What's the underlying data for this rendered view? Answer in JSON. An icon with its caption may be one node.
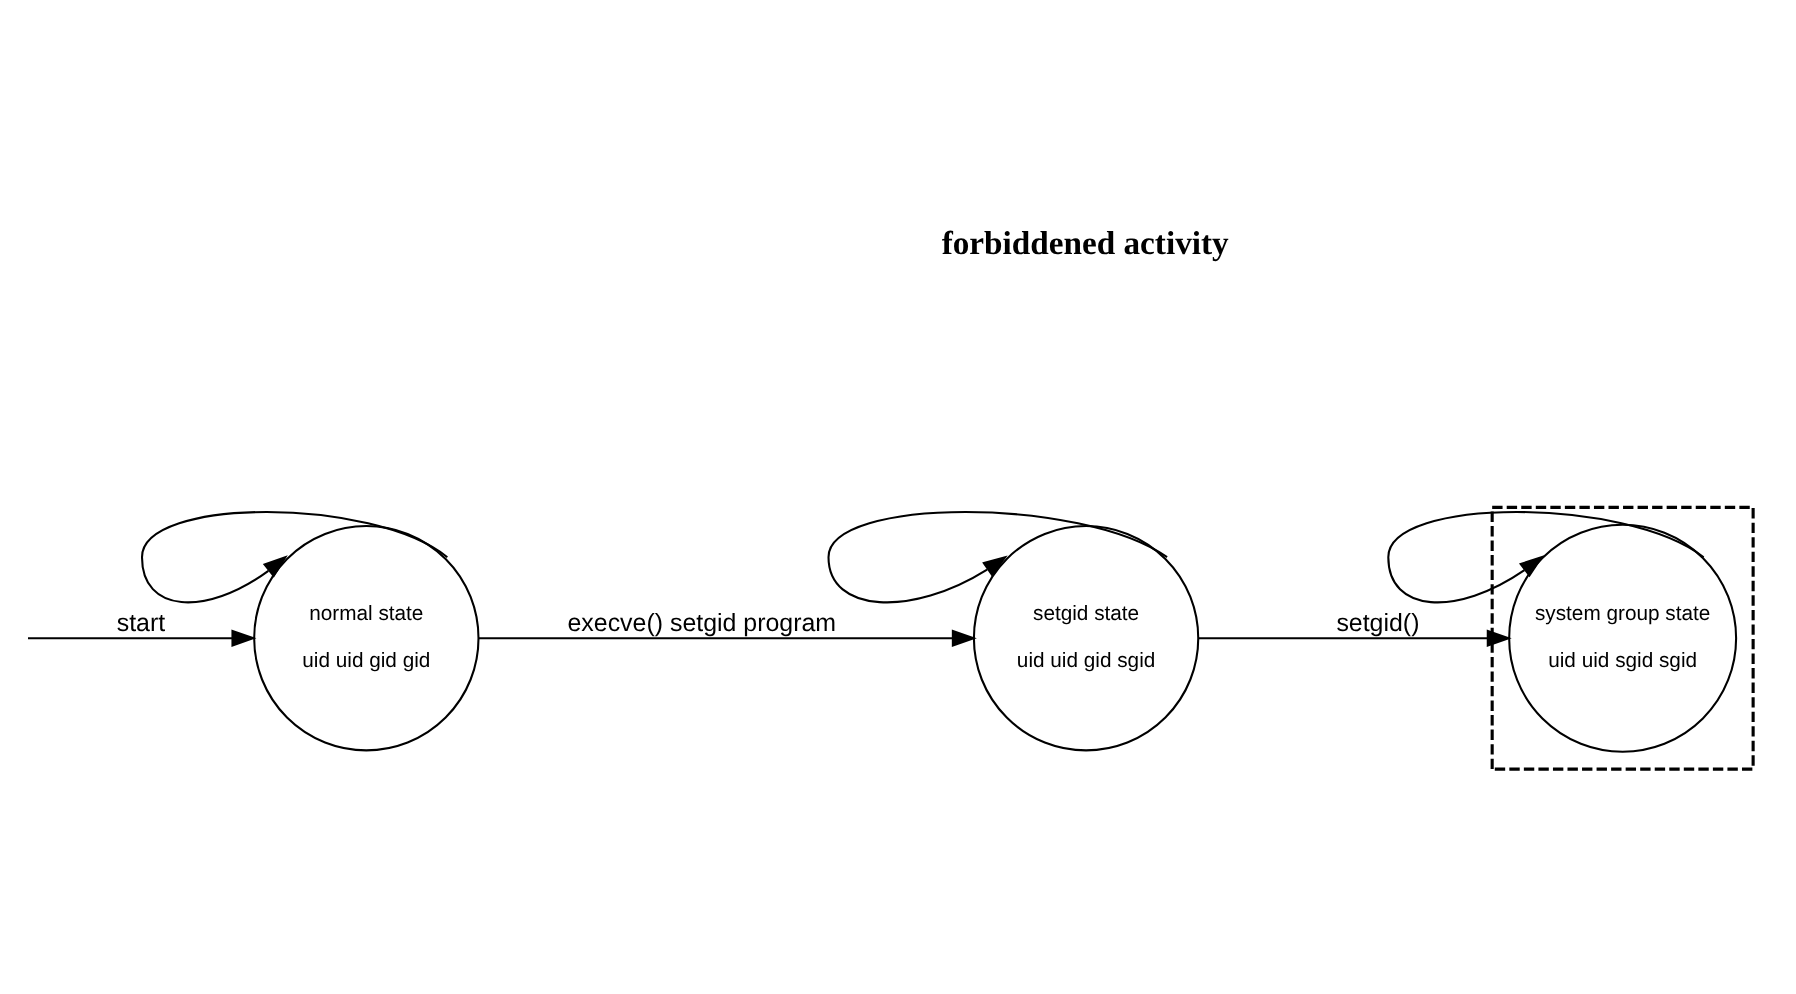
{
  "diagram": {
    "nodes": [
      {
        "text": [
          "normal state",
          "uid uid gid gid"
        ]
      },
      {
        "text": [
          "setgid state",
          "uid uid gid sgid"
        ]
      },
      {
        "text": [],
        "shape": "box"
      },
      {
        "text": [
          "system group state",
          "uid uid sgid sgid"
        ],
        "in": 2
      }
    ],
    "edges": [
      {
        "from": null,
        "to": 0,
        "arrow": "to",
        "label": "start"
      },
      {
        "from": 0,
        "to": 0,
        "arrow": "to"
      },
      {
        "from": 0,
        "to": 1,
        "arrow": "to",
        "label": "execve() setgid program"
      },
      {
        "from": 1,
        "to": 1,
        "arrow": "to"
      },
      {
        "from": 1,
        "to": 3,
        "arrow": "to",
        "label": "setgid()"
      },
      {
        "from": 3,
        "to": 3,
        "arrow": "to"
      }
    ],
    "labels": [
      "forbiddened activity"
    ]
  }
}
